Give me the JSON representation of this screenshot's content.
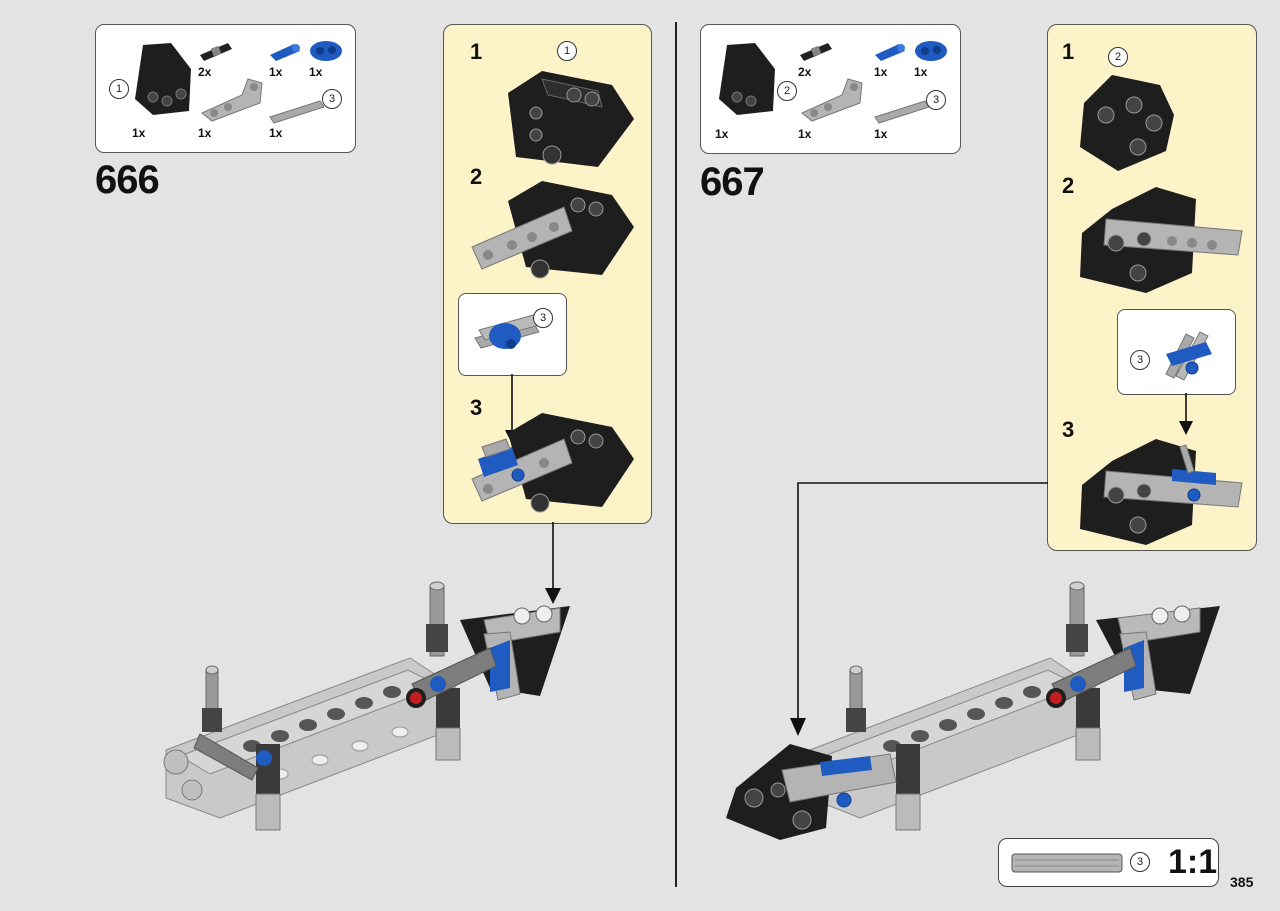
{
  "page_number": "385",
  "scale_indicator": {
    "callout": "3",
    "ratio": "1:1"
  },
  "steps": [
    {
      "number": "666",
      "parts": [
        {
          "qty": "2x",
          "part": "black-friction-pin"
        },
        {
          "qty": "1x",
          "part": "blue-axle-pin"
        },
        {
          "qty": "1x",
          "part": "blue-connector"
        },
        {
          "qty": "1x",
          "part": "black-panel",
          "callout": "1"
        },
        {
          "qty": "1x",
          "part": "grey-bent-beam"
        },
        {
          "qty": "1x",
          "part": "grey-axle",
          "callout": "3"
        }
      ],
      "substeps": [
        {
          "number": "1",
          "callout": "1"
        },
        {
          "number": "2"
        },
        {
          "number": "3",
          "inset_callout": "3"
        }
      ]
    },
    {
      "number": "667",
      "parts": [
        {
          "qty": "2x",
          "part": "black-friction-pin"
        },
        {
          "qty": "1x",
          "part": "blue-axle-pin"
        },
        {
          "qty": "1x",
          "part": "blue-connector"
        },
        {
          "qty": "1x",
          "part": "black-panel",
          "callout": "2"
        },
        {
          "qty": "1x",
          "part": "grey-bent-beam"
        },
        {
          "qty": "1x",
          "part": "grey-axle",
          "callout": "3"
        }
      ],
      "substeps": [
        {
          "number": "1",
          "callout": "2"
        },
        {
          "number": "2"
        },
        {
          "number": "3",
          "inset_callout": "3"
        }
      ]
    }
  ],
  "colors": {
    "background": "#e3e3e3",
    "substep_panel": "#fdf3c8",
    "brick_black": "#1e1e1e",
    "brick_grey": "#a9a9a9",
    "brick_blue": "#1f5bc0",
    "brick_red": "#c41e1e"
  }
}
